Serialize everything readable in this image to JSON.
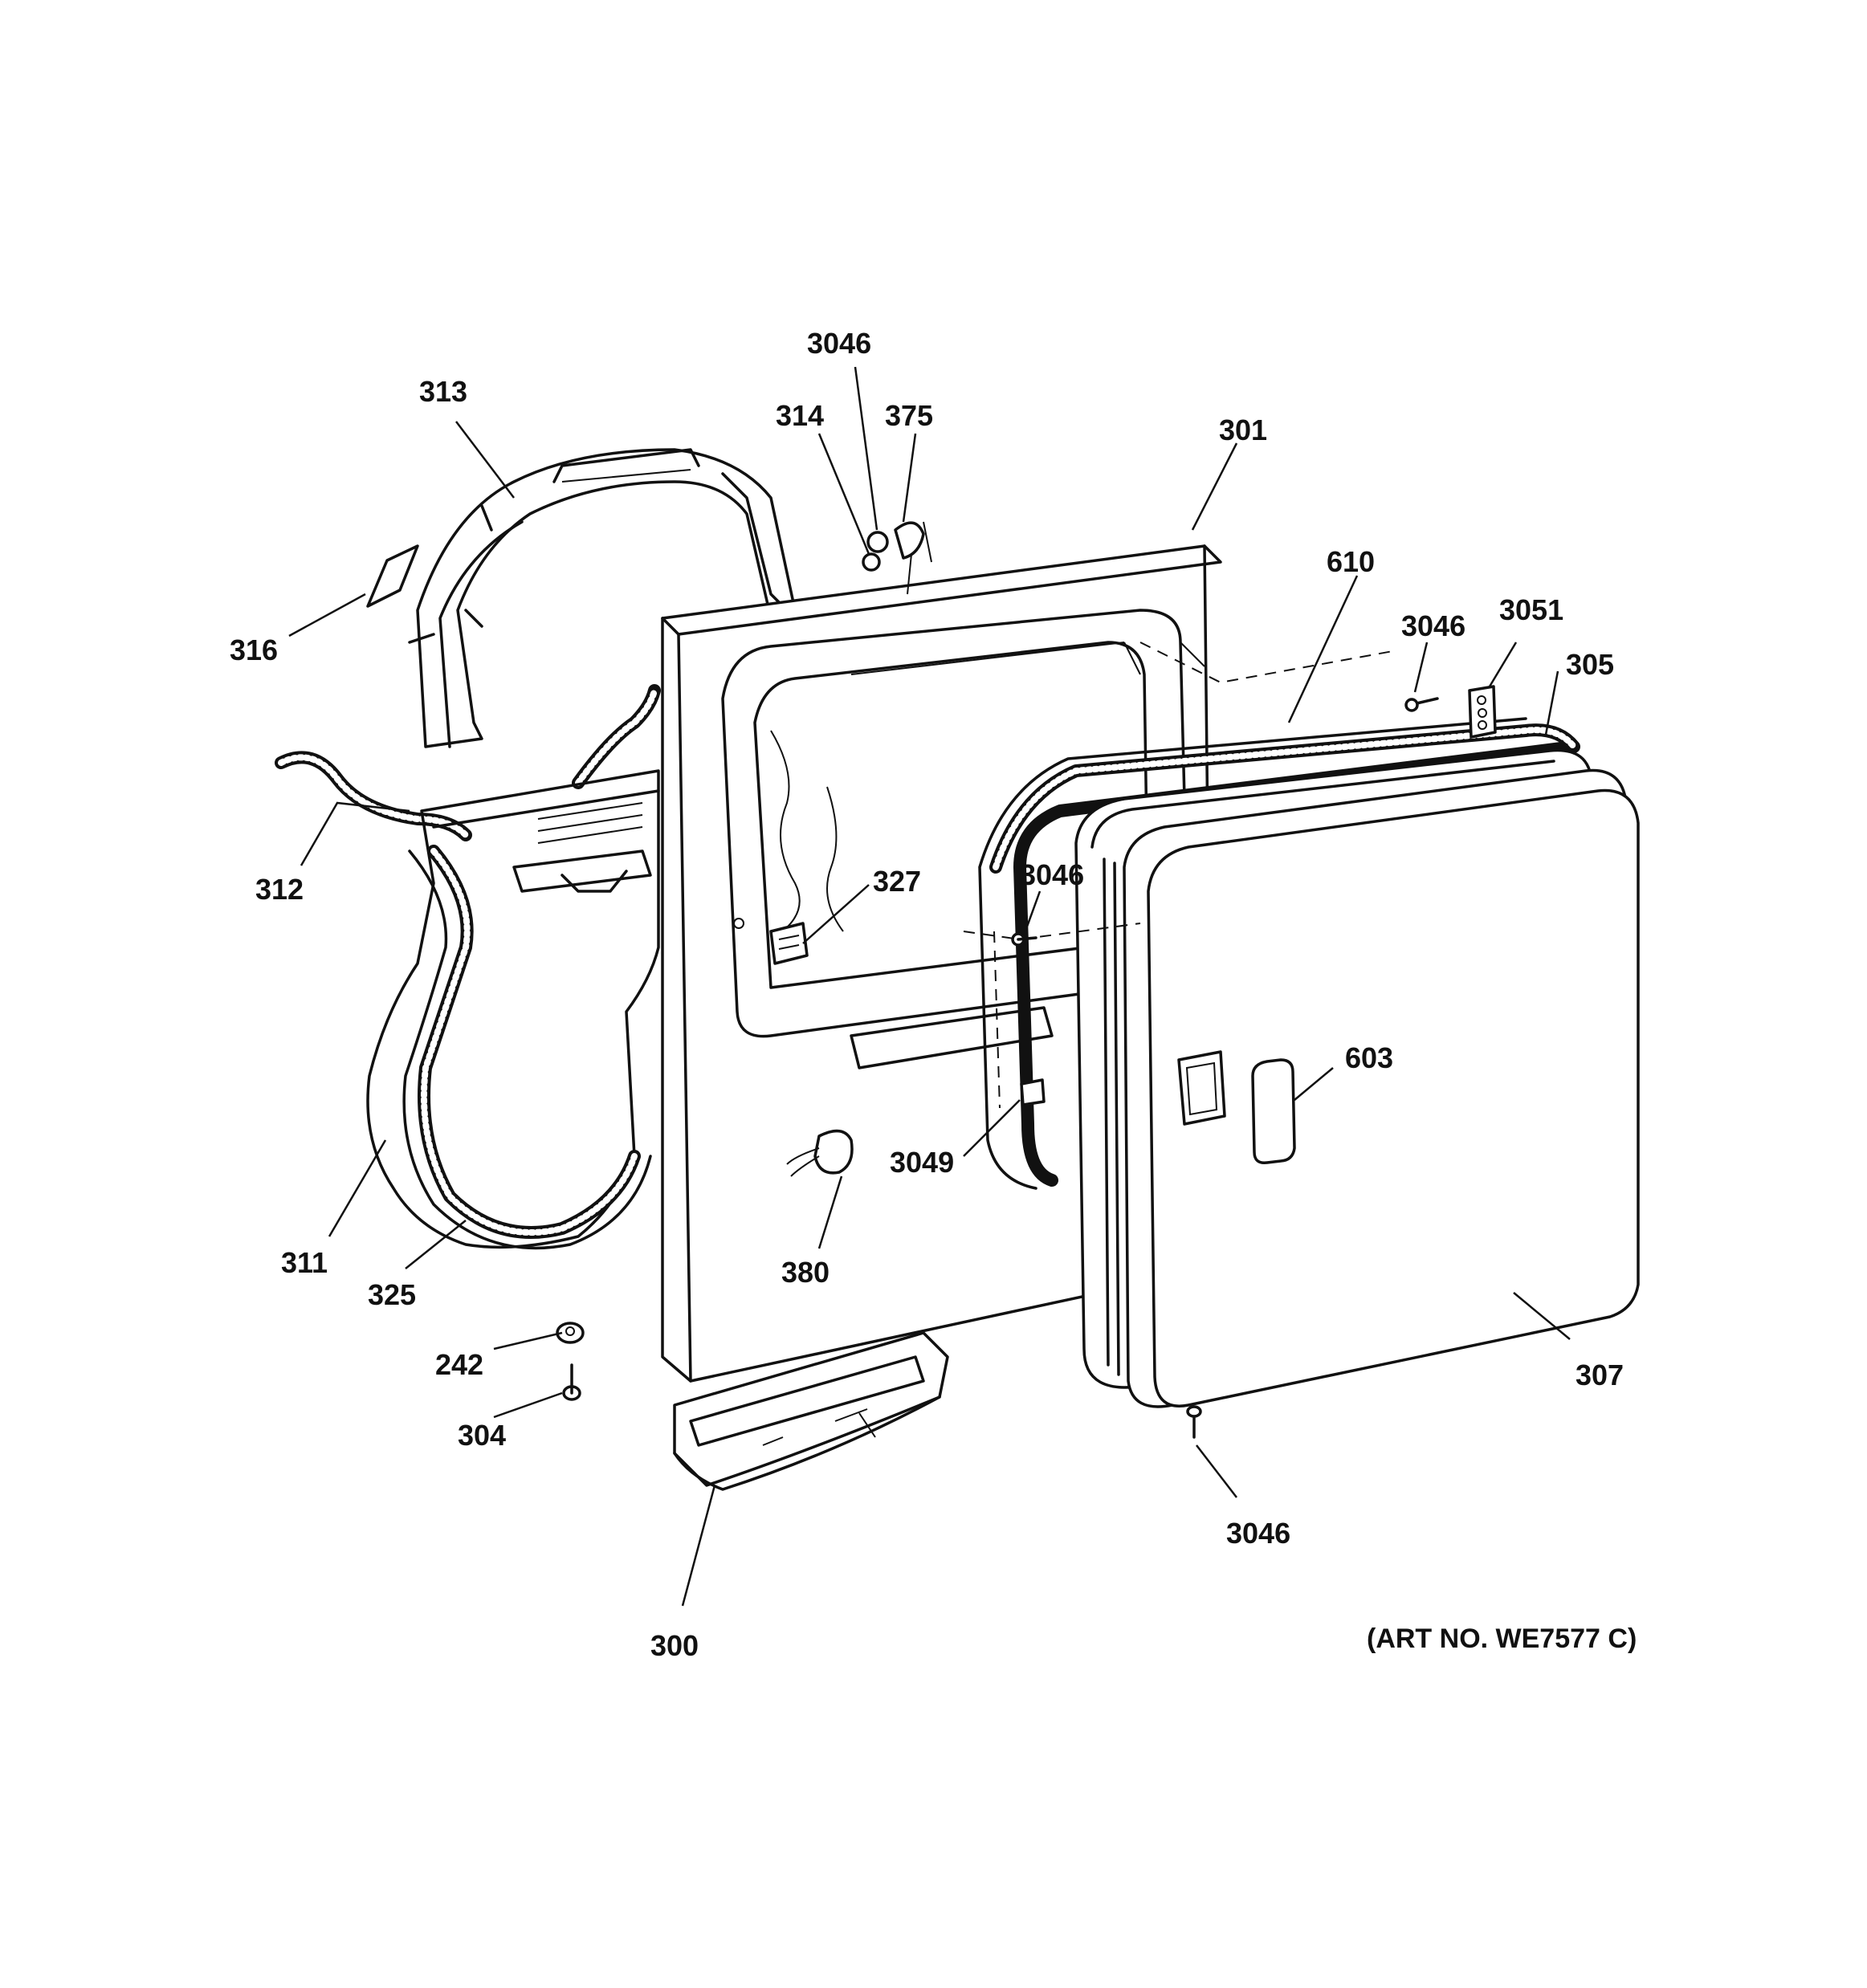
{
  "labels": {
    "p3046_top": "3046",
    "p313": "313",
    "p314": "314",
    "p375": "375",
    "p301": "301",
    "p610": "610",
    "p3046_right": "3046",
    "p3051": "3051",
    "p305": "305",
    "p316": "316",
    "p312": "312",
    "p327": "327",
    "p3046_mid": "3046",
    "p603": "603",
    "p3049": "3049",
    "p311": "311",
    "p325": "325",
    "p380": "380",
    "p242": "242",
    "p304": "304",
    "p307": "307",
    "p3046_bottom": "3046",
    "p300": "300"
  },
  "art_number": "(ART NO. WE7577 C)"
}
